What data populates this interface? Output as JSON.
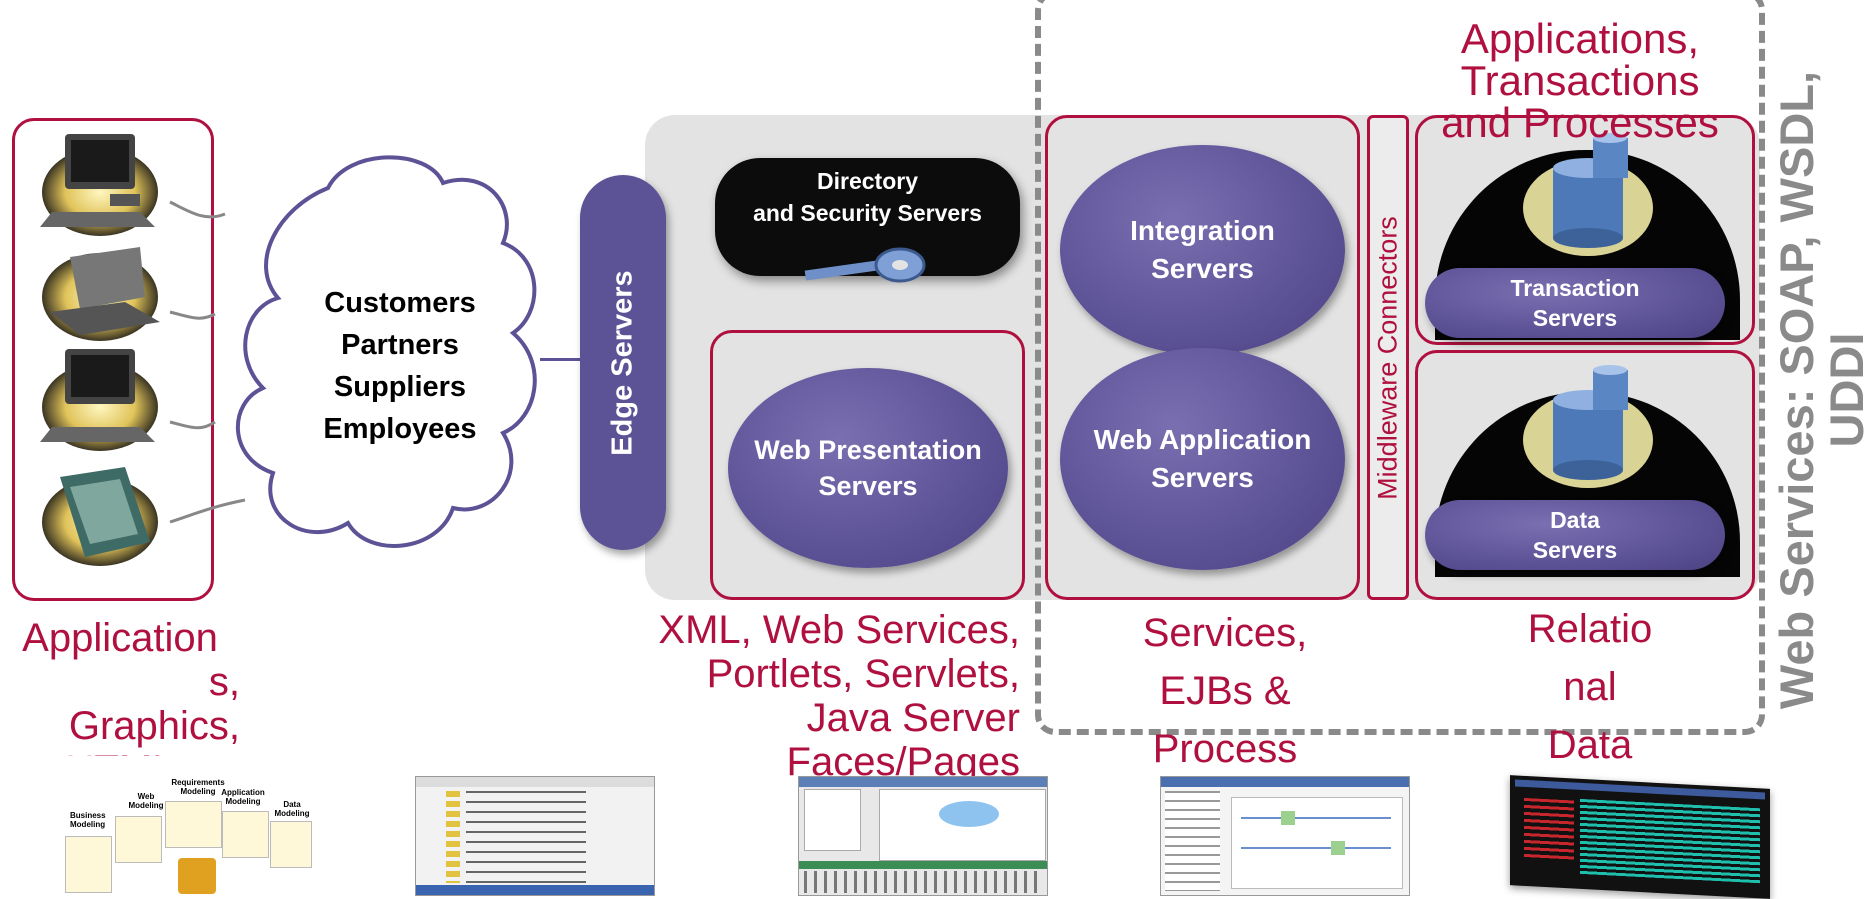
{
  "cloud": {
    "lines": [
      "Customers",
      "Partners",
      "Suppliers",
      "Employees"
    ]
  },
  "edge": {
    "label": "Edge Servers"
  },
  "directory": {
    "line1": "Directory",
    "line2": "and Security Servers"
  },
  "web_presentation": {
    "line1": "Web Presentation",
    "line2": "Servers"
  },
  "integration": {
    "line1": "Integration",
    "line2": "Servers"
  },
  "web_application": {
    "line1": "Web Application",
    "line2": "Servers"
  },
  "middleware": {
    "label": "Middleware Connectors"
  },
  "transaction": {
    "line1": "Transaction",
    "line2": "Servers"
  },
  "data_servers": {
    "line1": "Data",
    "line2": "Servers"
  },
  "top_label": {
    "line1": "Applications,",
    "line2": "Transactions",
    "line3": "and Processes"
  },
  "vertical_label": {
    "line1": "Web Services: SOAP, WSDL,",
    "line2": "UDDI"
  },
  "captions": {
    "clients": [
      "Application",
      "s,",
      "Graphics,",
      "HTML"
    ],
    "presentation": [
      "XML, Web Services,",
      "Portlets, Servlets,",
      "Java Server",
      "Faces/Pages"
    ],
    "services": [
      "Services,",
      "EJBs &",
      "Process"
    ],
    "data": [
      "Relatio",
      "nal",
      "Data"
    ]
  },
  "modeling": {
    "business": "Business Modeling",
    "web": "Web Modeling",
    "requirements": "Requirements Modeling",
    "application": "Application Modeling",
    "data": "Data Modeling"
  },
  "colors": {
    "accent": "#b0103f",
    "server_purple": "#5c5296",
    "vertical_gray": "#8a8a8a"
  }
}
